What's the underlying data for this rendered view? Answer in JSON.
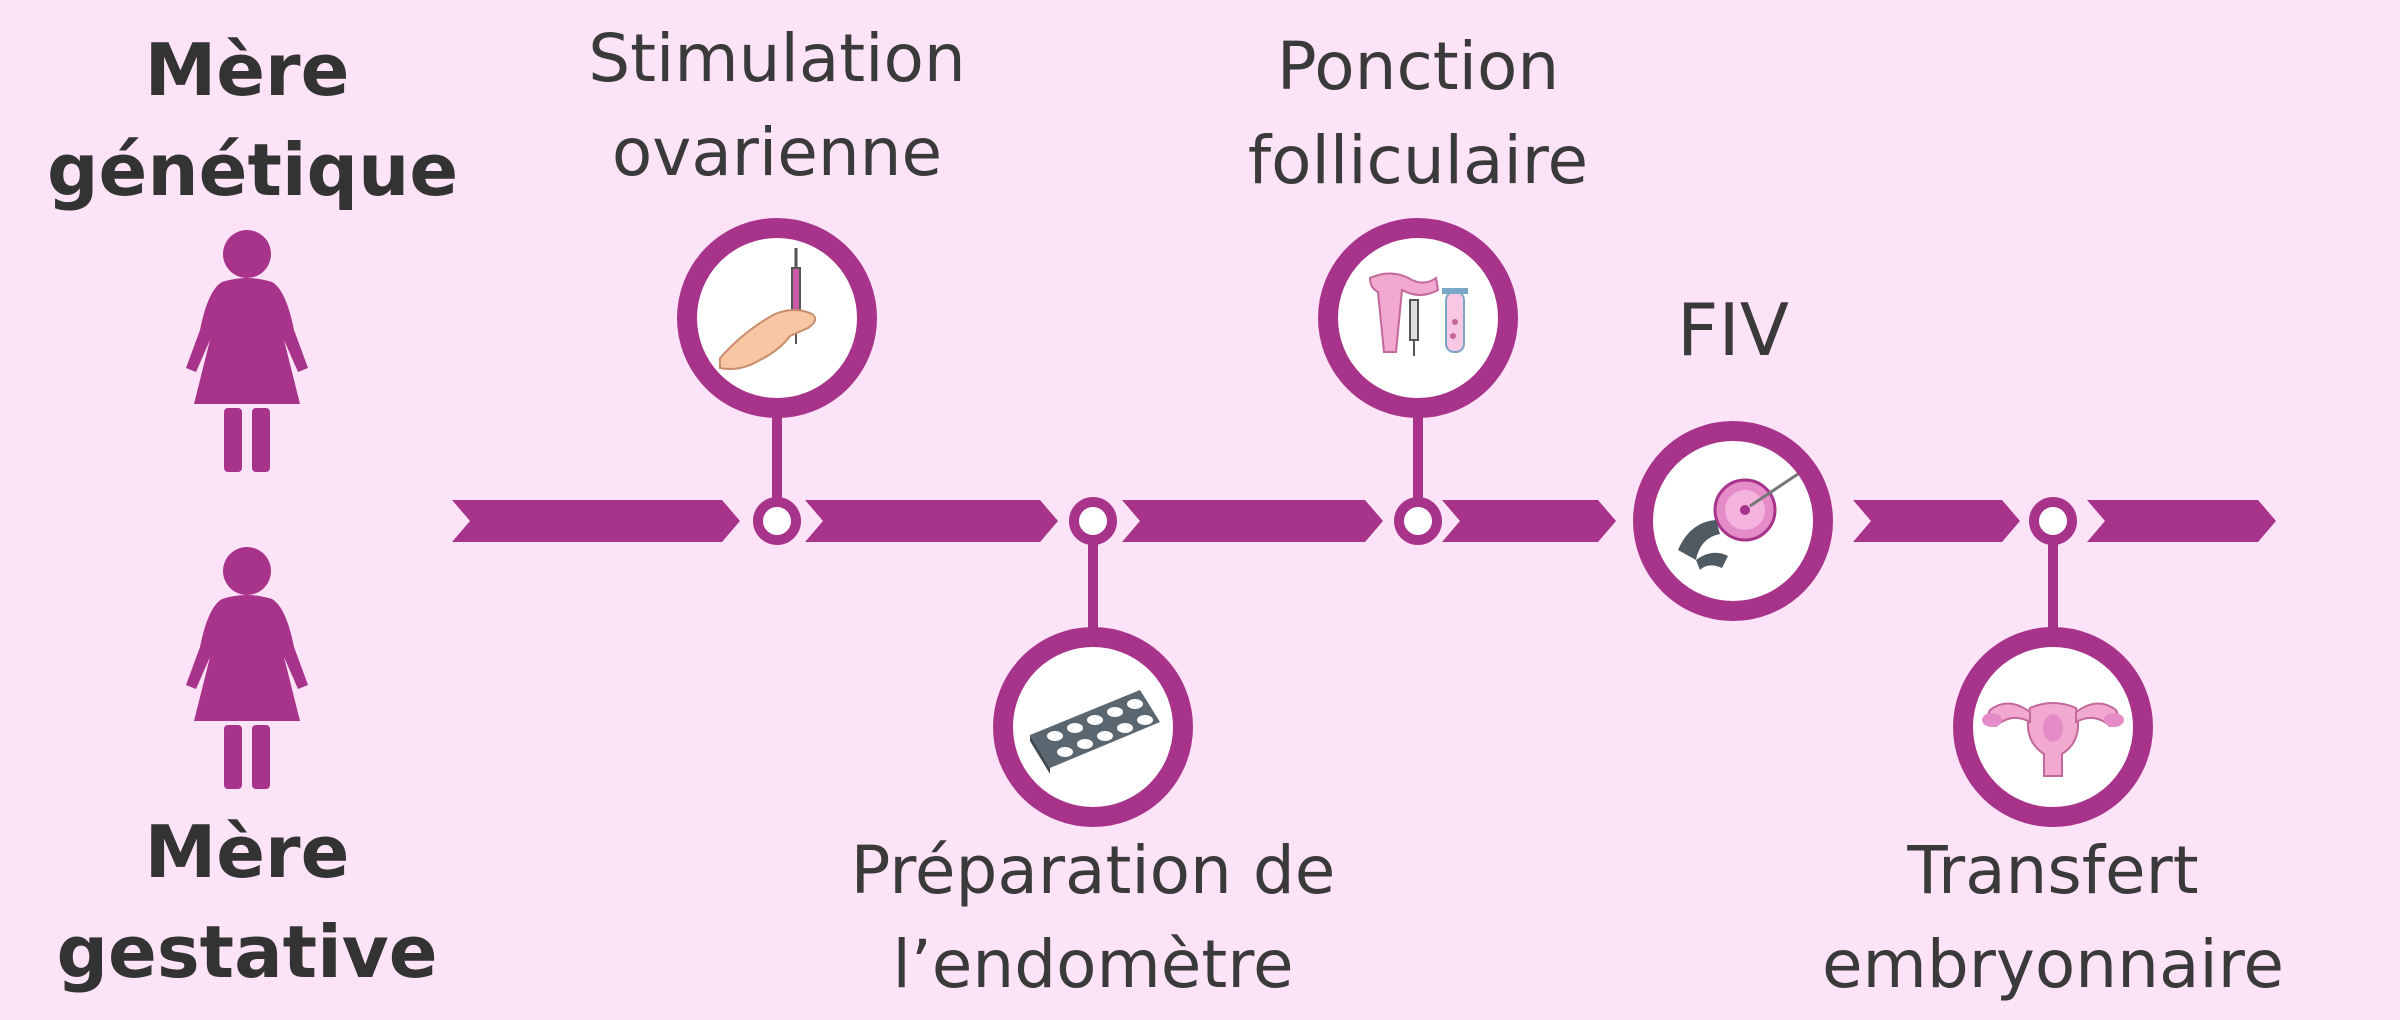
{
  "colors": {
    "background": "#fde3f7",
    "accent": "#a8338a",
    "ring_inner": "#ffffff",
    "text": "#3a3a3a"
  },
  "roles": {
    "genetic": {
      "line1": "Mère",
      "line2": "génétique",
      "icon": "woman-icon"
    },
    "gestational": {
      "line1": "Mère",
      "line2": "gestative",
      "icon": "woman-icon"
    }
  },
  "steps": [
    {
      "id": "stimulation",
      "line1": "Stimulation",
      "line2": "ovarienne",
      "icon": "syringe-hand-icon"
    },
    {
      "id": "preparation",
      "line1": "Préparation de",
      "line2": "l’endomètre",
      "icon": "pill-blister-icon"
    },
    {
      "id": "ponction",
      "line1": "Ponction",
      "line2": "folliculaire",
      "icon": "ovary-needle-tube-icon"
    },
    {
      "id": "fiv",
      "line1": "FIV",
      "icon": "egg-injection-icon"
    },
    {
      "id": "transfert",
      "line1": "Transfert",
      "line2": "embryonnaire",
      "icon": "uterus-icon"
    }
  ]
}
